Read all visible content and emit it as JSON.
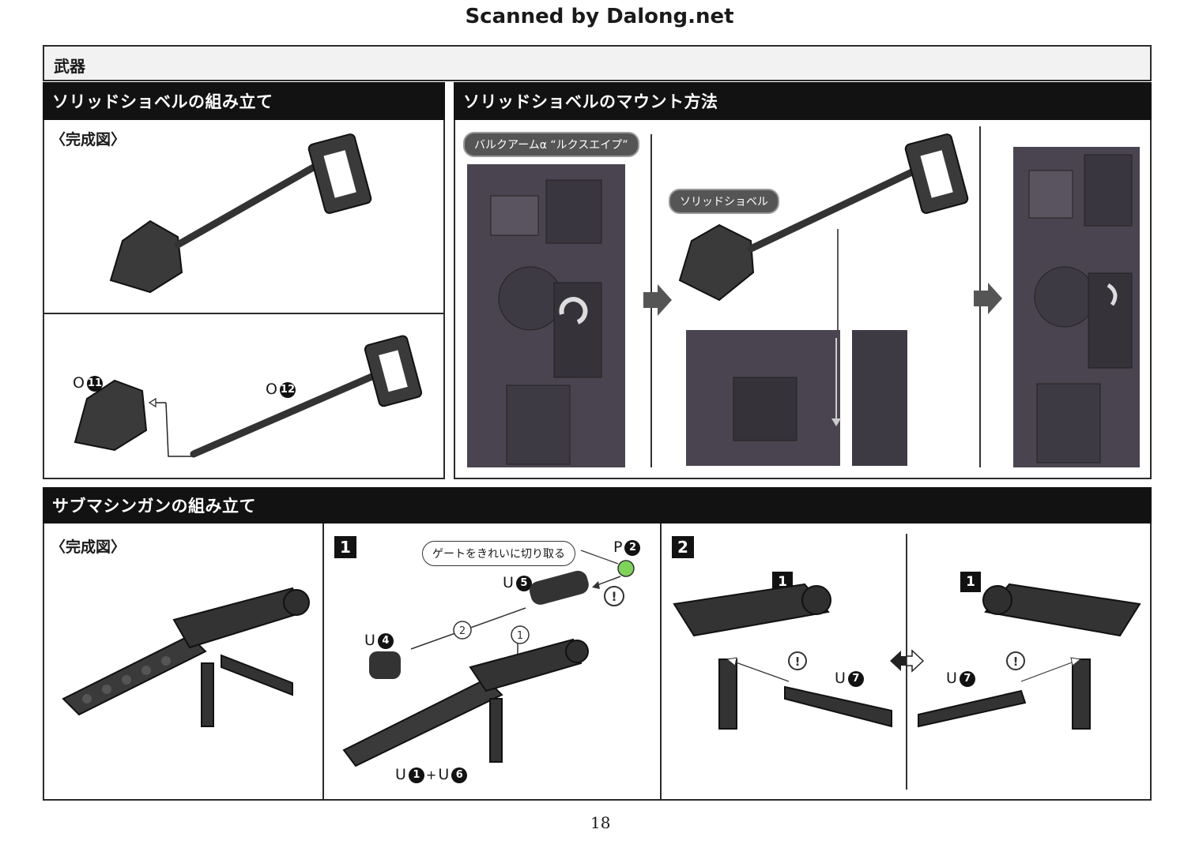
{
  "watermark": "Scanned by Dalong.net",
  "section_title": "武器",
  "shovel_assembly": {
    "title": "ソリッドショベルの組み立て",
    "complete_label": "〈完成図〉",
    "parts": [
      {
        "prefix": "O",
        "num": "11"
      },
      {
        "prefix": "O",
        "num": "12"
      }
    ]
  },
  "shovel_mount": {
    "title": "ソリッドショベルのマウント方法",
    "unit_label": "バルクアームα “ルクスエイプ”",
    "shovel_label": "ソリッドショベル"
  },
  "smg_assembly": {
    "title": "サブマシンガンの組み立て",
    "complete_label": "〈完成図〉",
    "step1": {
      "num": "1",
      "callout": "ゲートをきれいに切り取る",
      "parts": [
        {
          "prefix": "P",
          "num": "2"
        },
        {
          "prefix": "U",
          "num": "5"
        },
        {
          "prefix": "U",
          "num": "4"
        }
      ],
      "combo": {
        "a_prefix": "U",
        "a_num": "1",
        "plus": "+",
        "b_prefix": "U",
        "b_num": "6"
      },
      "order": [
        "2",
        "1"
      ]
    },
    "step2": {
      "num": "2",
      "sub_num": "1",
      "part": {
        "prefix": "U",
        "num": "7"
      }
    }
  },
  "page_number": "18",
  "colors": {
    "bar": "#121212",
    "accent_green": "#7fd35a",
    "border": "#2b2b2b"
  }
}
